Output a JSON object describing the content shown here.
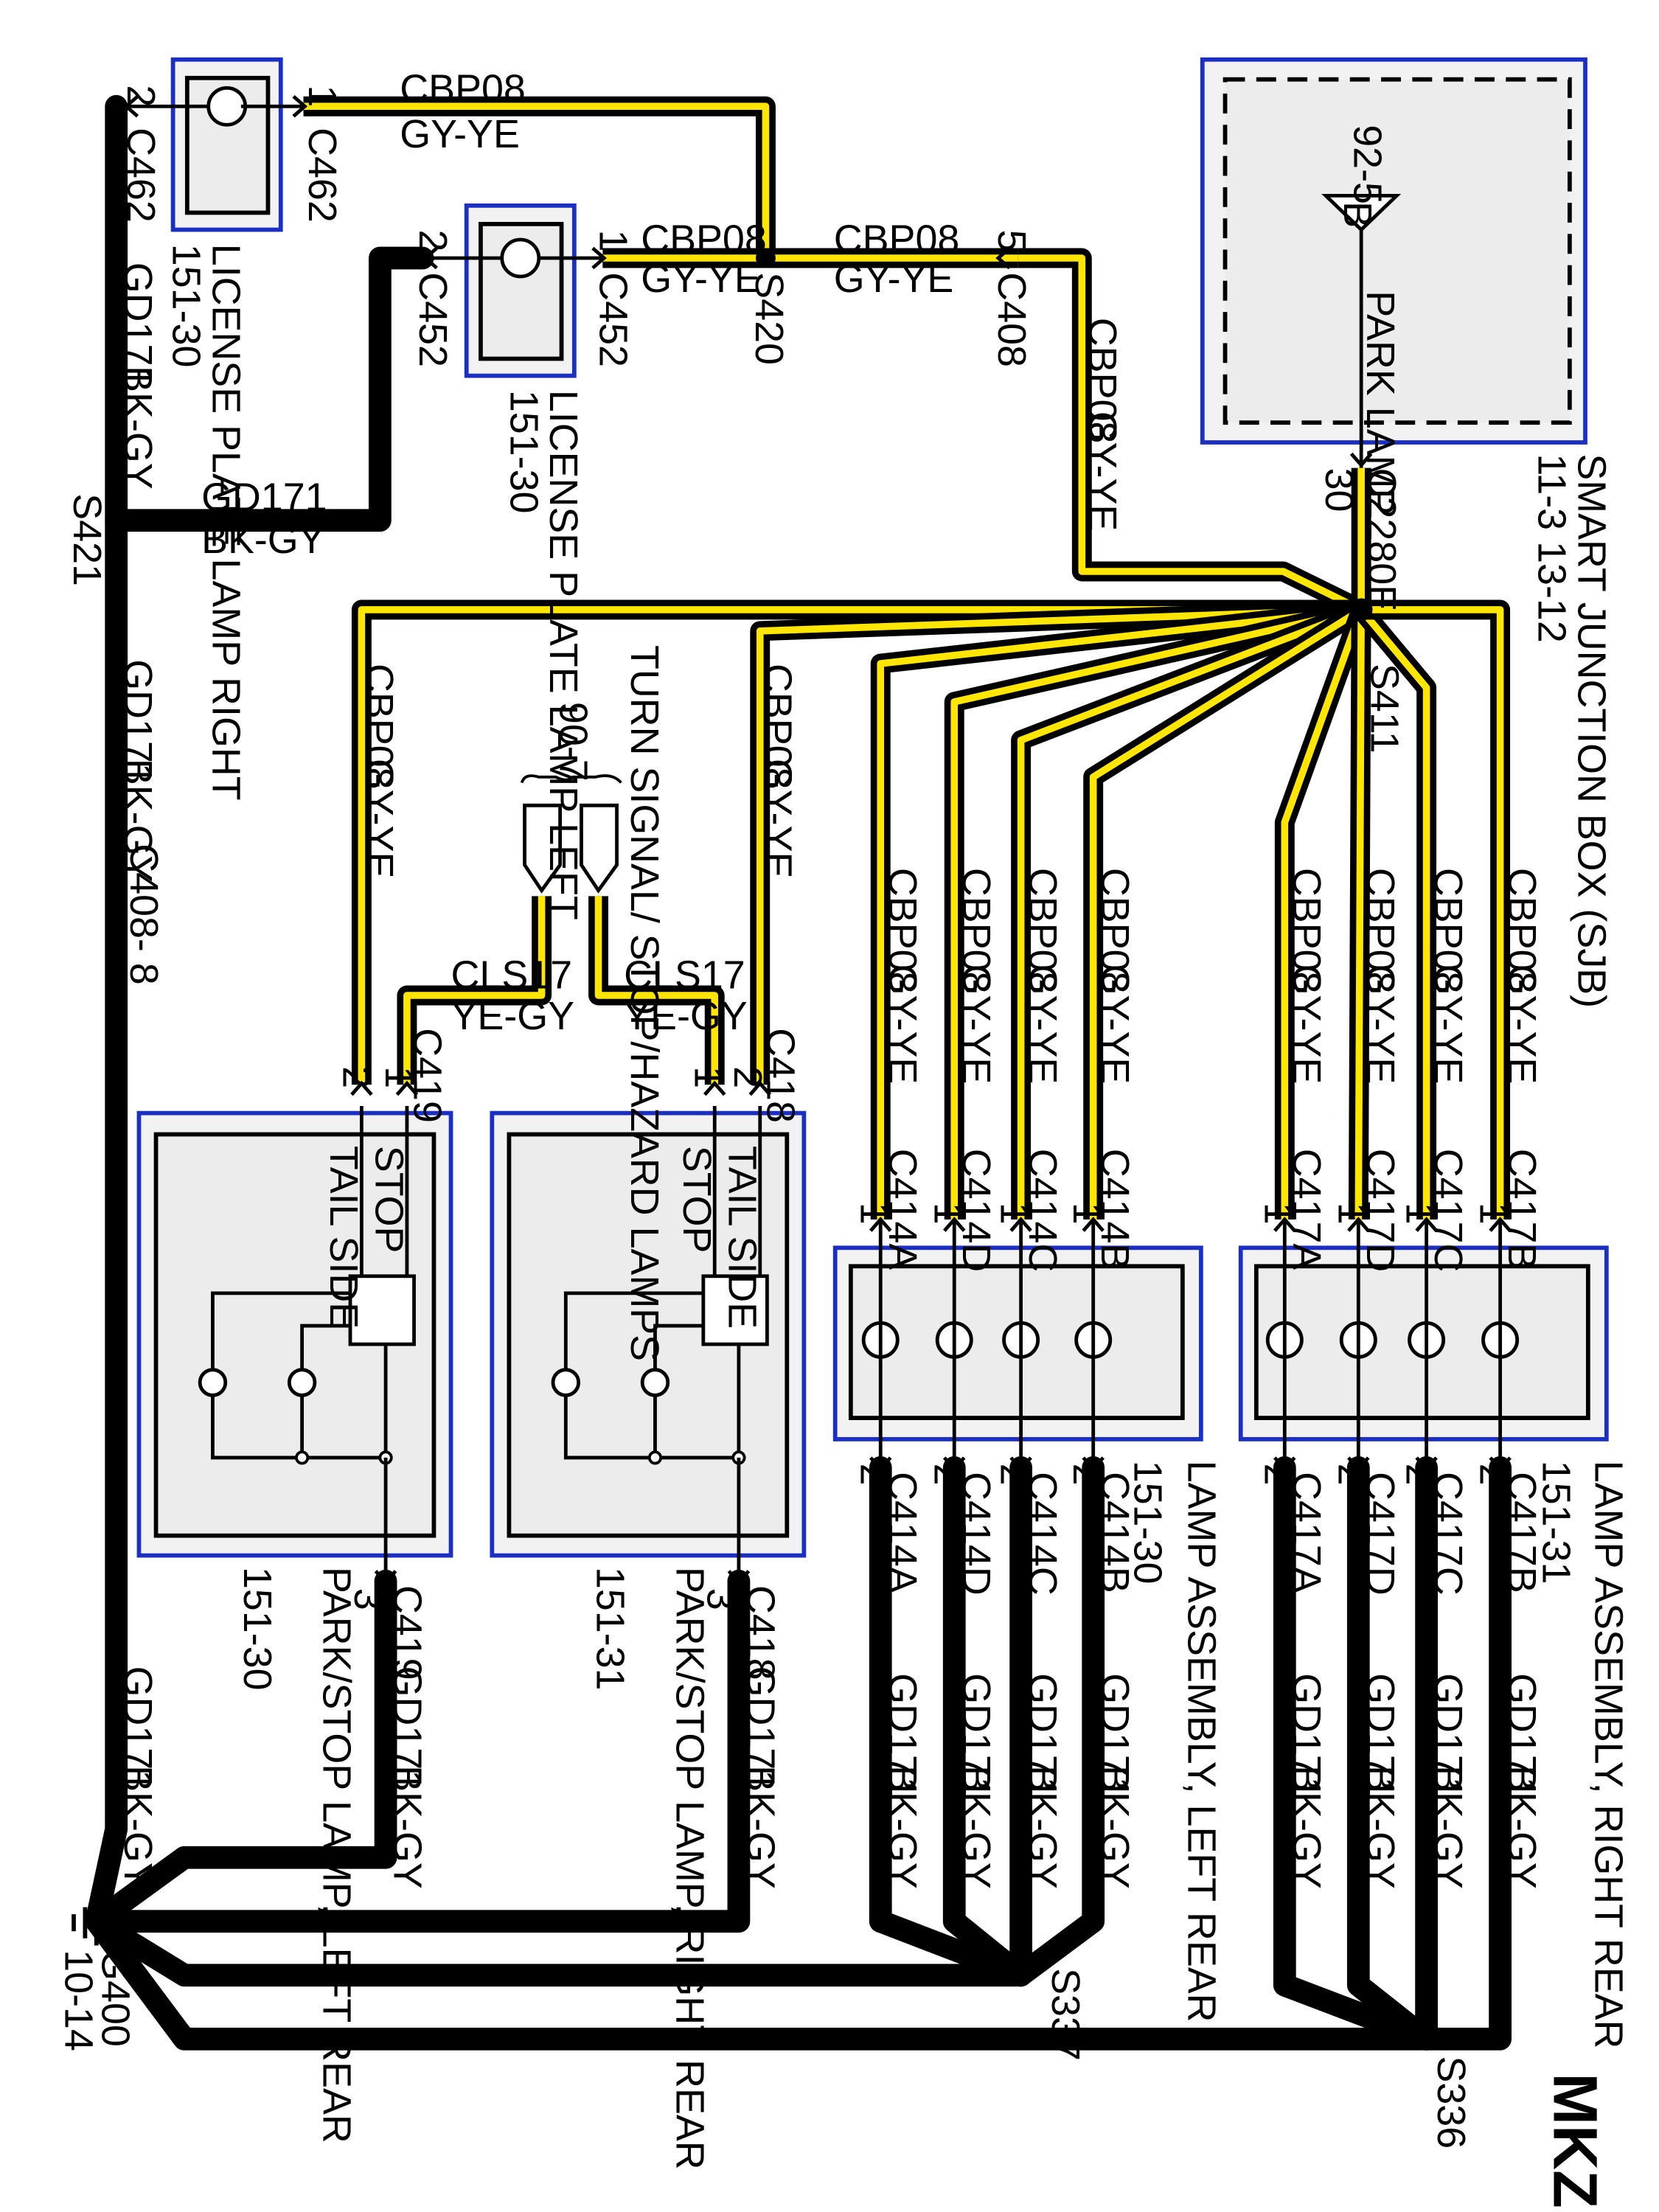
{
  "title": "MKZ",
  "colors": {
    "wire_fill": "#ffe600",
    "wire_outline": "#000000",
    "component_frame": "#1b2fc4",
    "component_fill": "#ececec"
  },
  "components": {
    "sjb": {
      "name": "SMART JUNCTION BOX (SJB)",
      "ref": "11-3 13-12",
      "diode_ref": "92-5",
      "diode_letter": "B",
      "circuit": "PARK LAMP",
      "connector": "C2280E",
      "pin": "30"
    },
    "lp_right": {
      "name": "LICENSE PLATE LAMP RIGHT",
      "ref": "151-30"
    },
    "lp_left": {
      "name": "LICENSE PLATE LAMP LEFT",
      "ref": "151-30"
    },
    "turn": {
      "name": "TURN SIGNAL/ STOP/HAZARD LAMPS",
      "ref": "90-7"
    },
    "park_lr": {
      "name": "PARK/STOP LAMP, LEFT REAR",
      "ref": "151-30",
      "tail": "TAIL SIDE",
      "stop": "STOP"
    },
    "park_rr": {
      "name": "PARK/STOP LAMP, RIGHT REAR",
      "ref": "151-31",
      "tail": "TAIL SIDE",
      "stop": "STOP"
    },
    "asm_lr": {
      "name": "LAMP ASSEMBLY, LEFT REAR",
      "ref": "151-30"
    },
    "asm_rr": {
      "name": "LAMP ASSEMBLY, RIGHT REAR",
      "ref": "151-31"
    },
    "ground": {
      "name": "G400",
      "ref": "10-14"
    }
  },
  "wires": {
    "cbp": "CBP08",
    "gyye": "GY-YE",
    "gd": "GD171",
    "bkgy": "BK-GY",
    "cls": "CLS17",
    "yegy": "YE-GY"
  },
  "splices": {
    "s420": "S420",
    "s411": "S411",
    "s421": "S421",
    "s337": "S337",
    "s336": "S336"
  },
  "connectors": {
    "c462": "C462",
    "c452": "C452",
    "c408": "C408",
    "c408_8": "C408- 8",
    "c419": "C419",
    "c418": "C418",
    "c414a": "C414A",
    "c414d": "C414D",
    "c414c": "C414C",
    "c414b": "C414B",
    "c417a": "C417A",
    "c417d": "C417D",
    "c417c": "C417C",
    "c417b": "C417B"
  },
  "pins": {
    "p1": "1",
    "p2": "2",
    "p3": "3",
    "p5": "5"
  }
}
